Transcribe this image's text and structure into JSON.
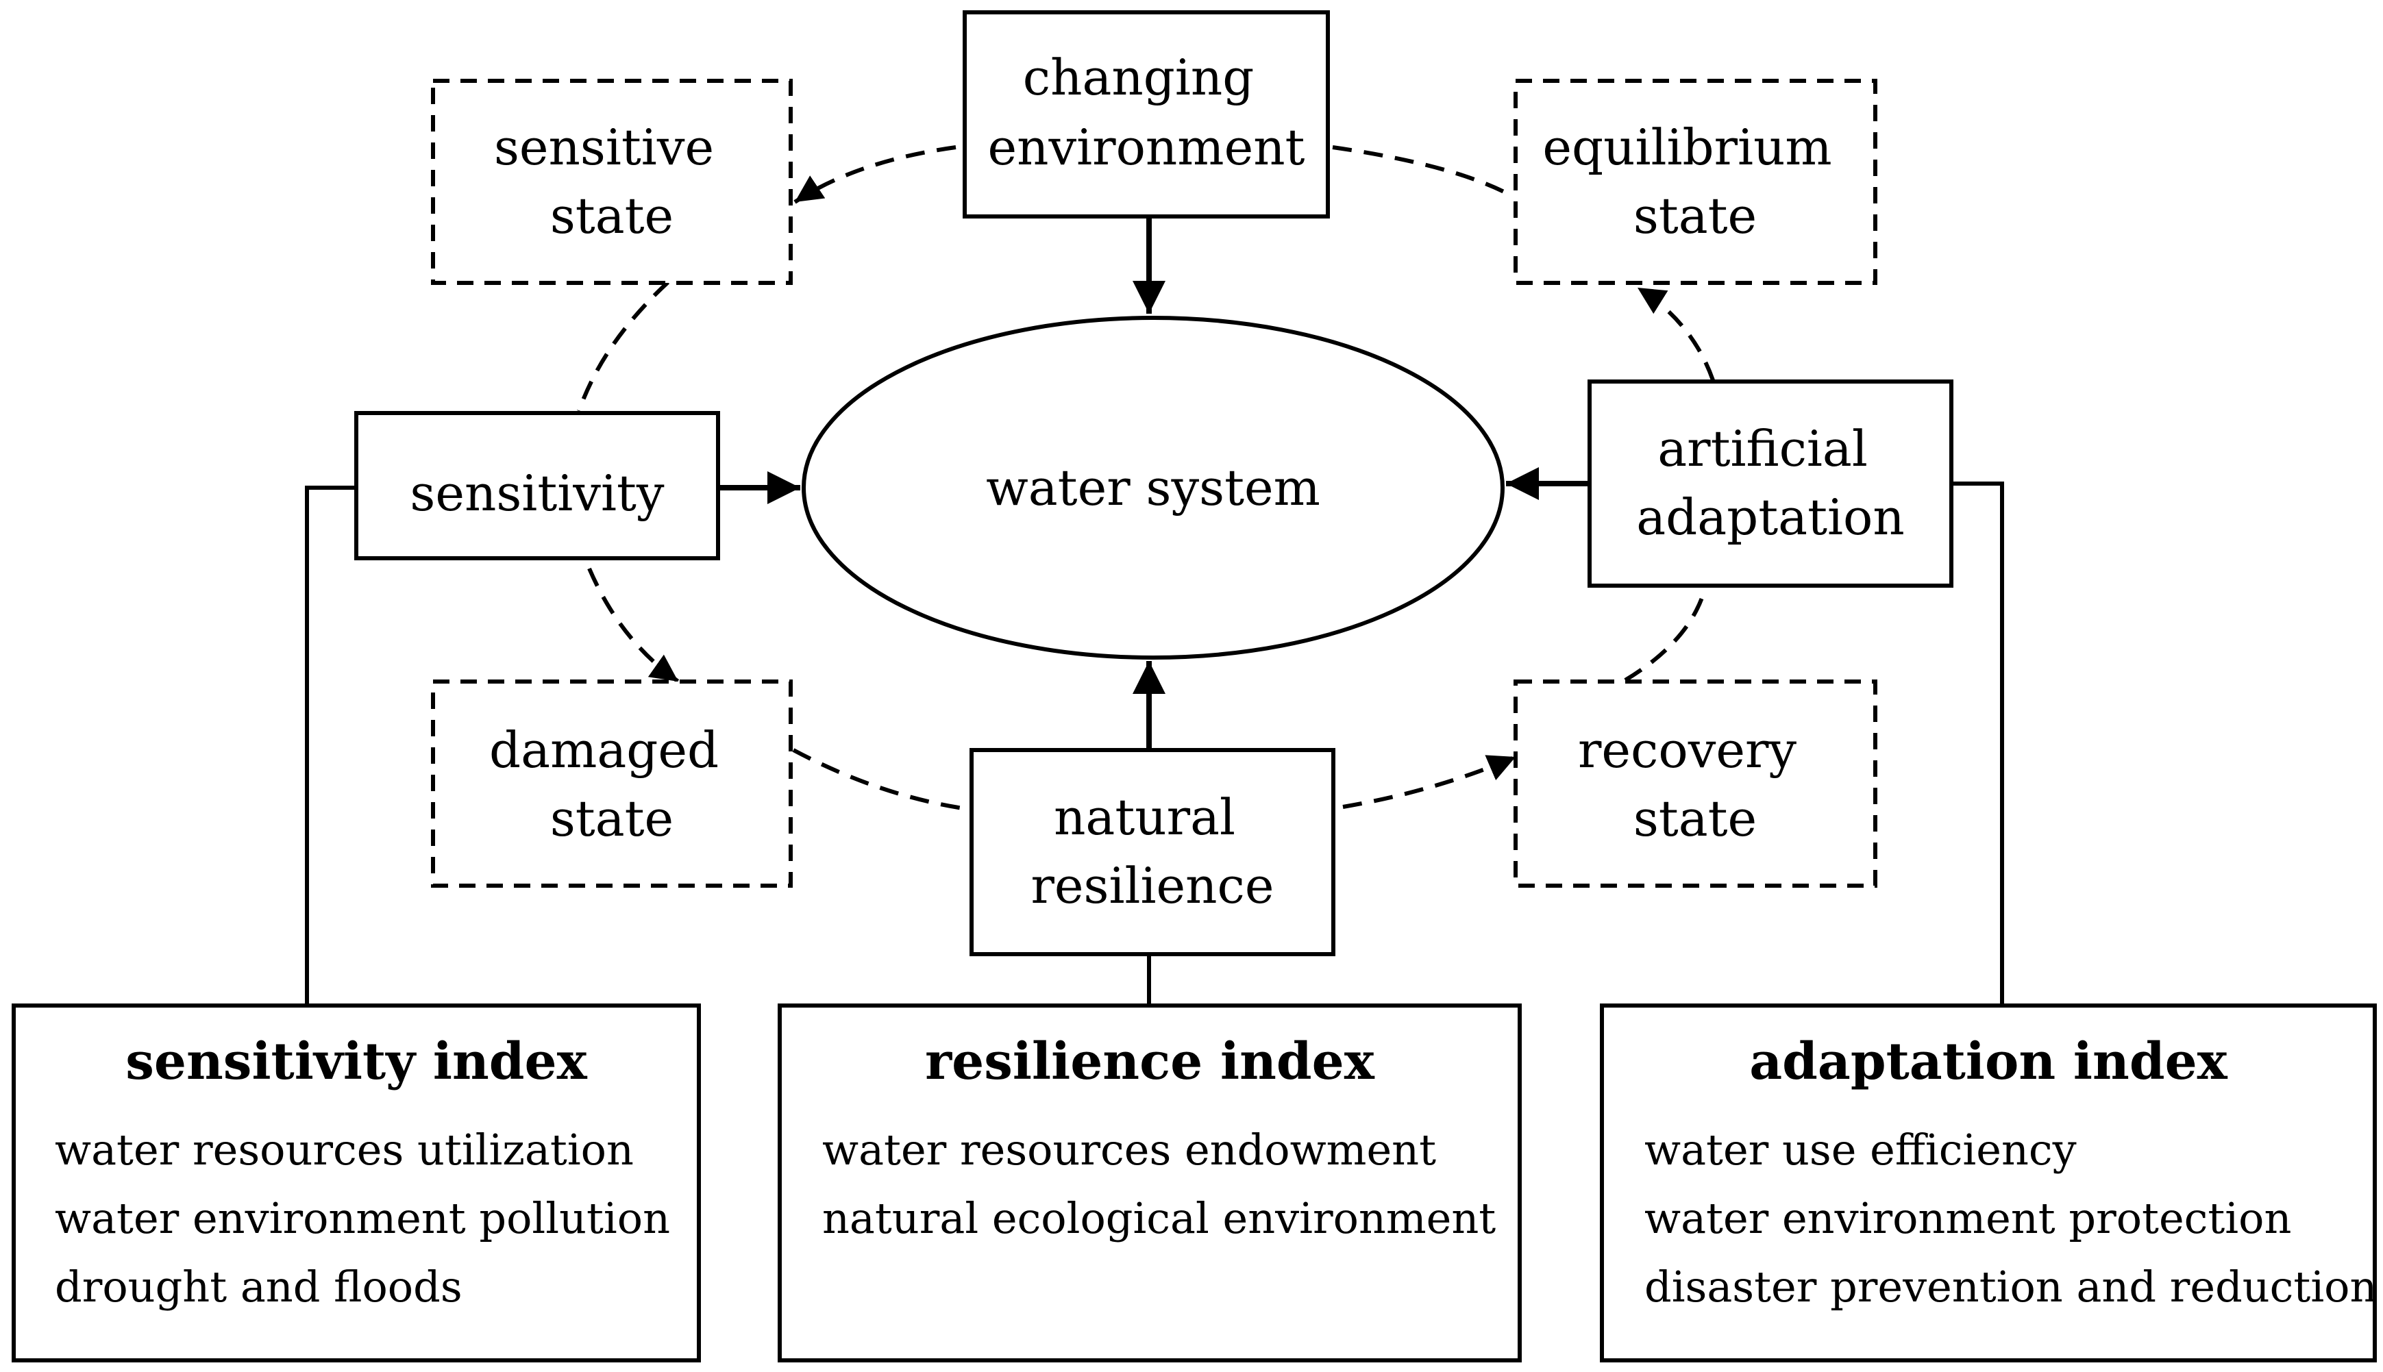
{
  "diagram": {
    "center": "water system",
    "changing_environment": [
      "changing",
      "environment"
    ],
    "sensitive_state": [
      "sensitive",
      "state"
    ],
    "equilibrium_state": [
      "equilibrium",
      "state"
    ],
    "damaged_state": [
      "damaged",
      "state"
    ],
    "recovery_state": [
      "recovery",
      "state"
    ],
    "sensitivity": "sensitivity",
    "artificial_adaptation": [
      "artificial",
      "adaptation"
    ],
    "natural_resilience": [
      "natural",
      "resilience"
    ],
    "sensitivity_index": {
      "title": "sensitivity index",
      "items": [
        "water resources utilization",
        "water environment pollution",
        "drought and floods"
      ]
    },
    "resilience_index": {
      "title": "resilience index",
      "items": [
        "water resources endowment",
        "natural ecological environment"
      ]
    },
    "adaptation_index": {
      "title": "adaptation index",
      "items": [
        "water use efficiency",
        "water environment protection",
        "disaster prevention and reduction"
      ]
    }
  }
}
